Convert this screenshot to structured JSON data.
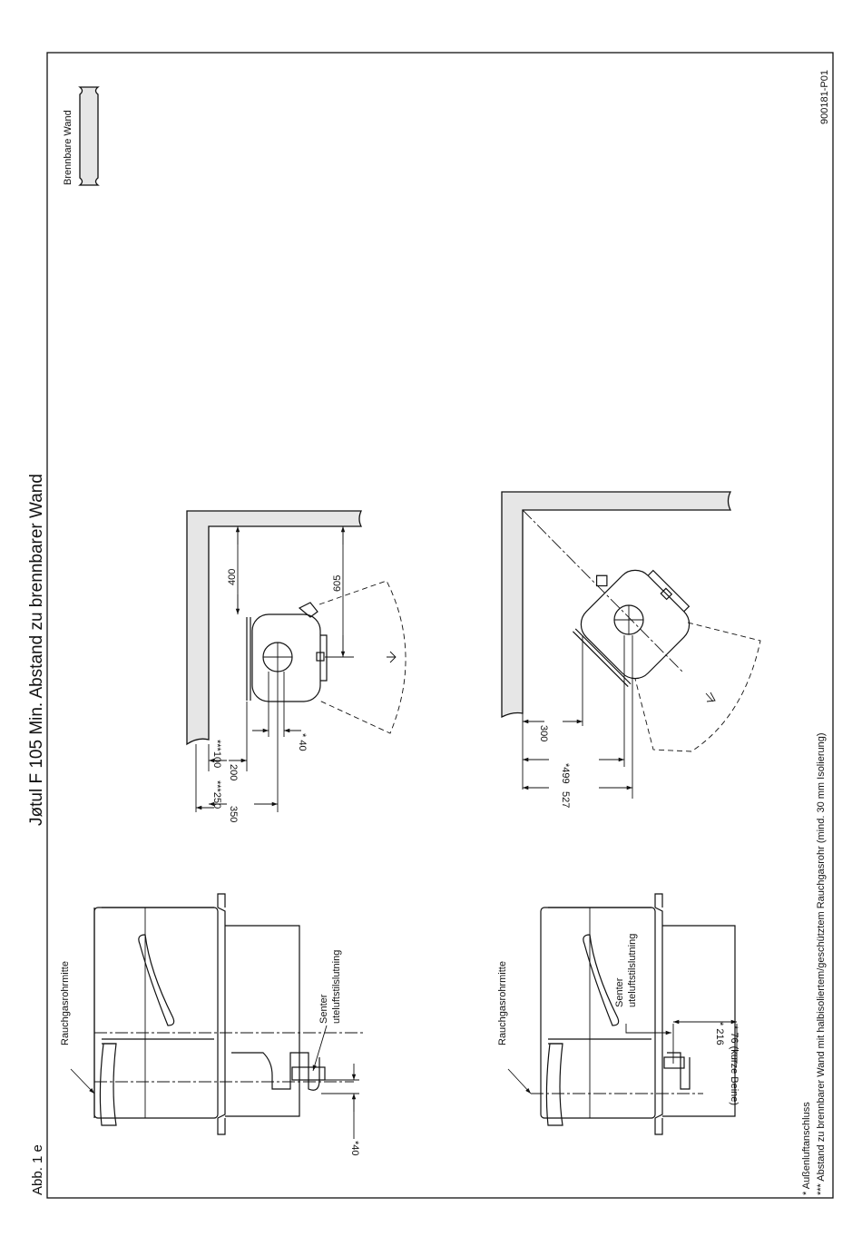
{
  "figure_label": "Abb. 1 e",
  "title": "Jøtul F 105 Min. Abstand zu brennbarer Wand",
  "legend": {
    "label": "Brennbare Wand",
    "swatch_color": "#e6e6e6"
  },
  "drawing_number": "900181-P01",
  "footnotes": {
    "f1": "*  Außenluftanschluss",
    "f2": "***  Abstand zu brennbarer Wand mit halbisoliertem/geschütztem Rauchgasrohr (mind. 30 mm Isolierung)"
  },
  "side_view_top": {
    "flue_center_label": "Rauchgasrohrmitte",
    "air_center_line1": "Senter",
    "air_center_line2": "uteluftstilslutning",
    "dim_40": "*40"
  },
  "side_view_bottom": {
    "flue_center_label": "Rauchgasrohrmitte",
    "air_center_line1": "Senter",
    "air_center_line2": "uteluftstilslutning",
    "dim_76": "* 76 (kurze Beine)",
    "dim_216": "* 216"
  },
  "plan_parallel": {
    "dim_400": "400",
    "dim_605": "605",
    "dim_40": "* 40",
    "dim_100": "***100",
    "dim_200": "200",
    "dim_250": "***250",
    "dim_350": "350"
  },
  "plan_corner": {
    "dim_300": "300",
    "dim_499": "*499",
    "dim_527": "527"
  }
}
